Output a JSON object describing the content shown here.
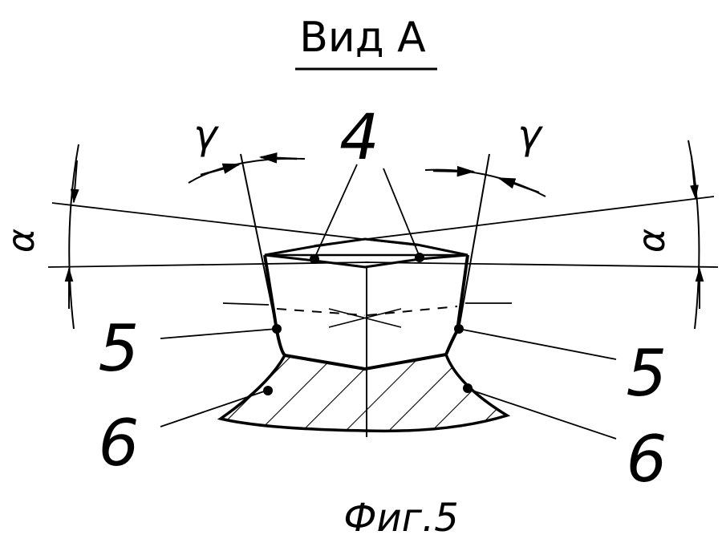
{
  "title": "Вид А",
  "caption": "Фиг.5",
  "labels": {
    "alpha_left": "α",
    "alpha_right": "α",
    "gamma_left": "γ",
    "gamma_right": "γ",
    "ref_4": "4",
    "ref_5_left": "5",
    "ref_5_right": "5",
    "ref_6_left": "6",
    "ref_6_right": "6"
  },
  "colors": {
    "ink": "#000000",
    "paper": "#ffffff"
  }
}
